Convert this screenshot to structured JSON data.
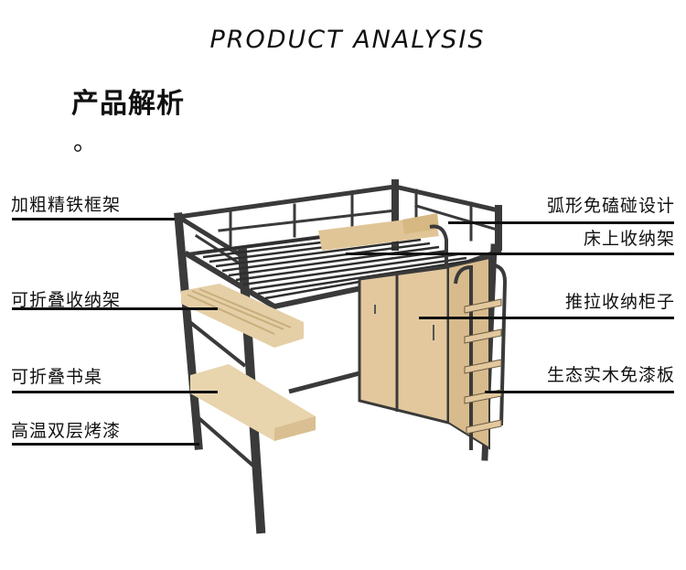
{
  "header": {
    "title_en": "PRODUCT ANALYSIS",
    "title_cn": "产品解析",
    "title_dot": "。"
  },
  "callouts": {
    "left": [
      {
        "label": "加粗精铁框架"
      },
      {
        "label": "可折叠收纳架"
      },
      {
        "label": "可折叠书桌"
      },
      {
        "label": "高温双层烤漆"
      }
    ],
    "right": [
      {
        "label": "弧形免磕碰设计"
      },
      {
        "label": "床上收纳架"
      },
      {
        "label": "推拉收纳柜子"
      },
      {
        "label": "生态实木免漆板"
      }
    ]
  },
  "product": {
    "name": "loft-bed-with-desk-and-wardrobe",
    "frame_color": "#3a3a3a",
    "wood_color": "#e2c99f"
  }
}
